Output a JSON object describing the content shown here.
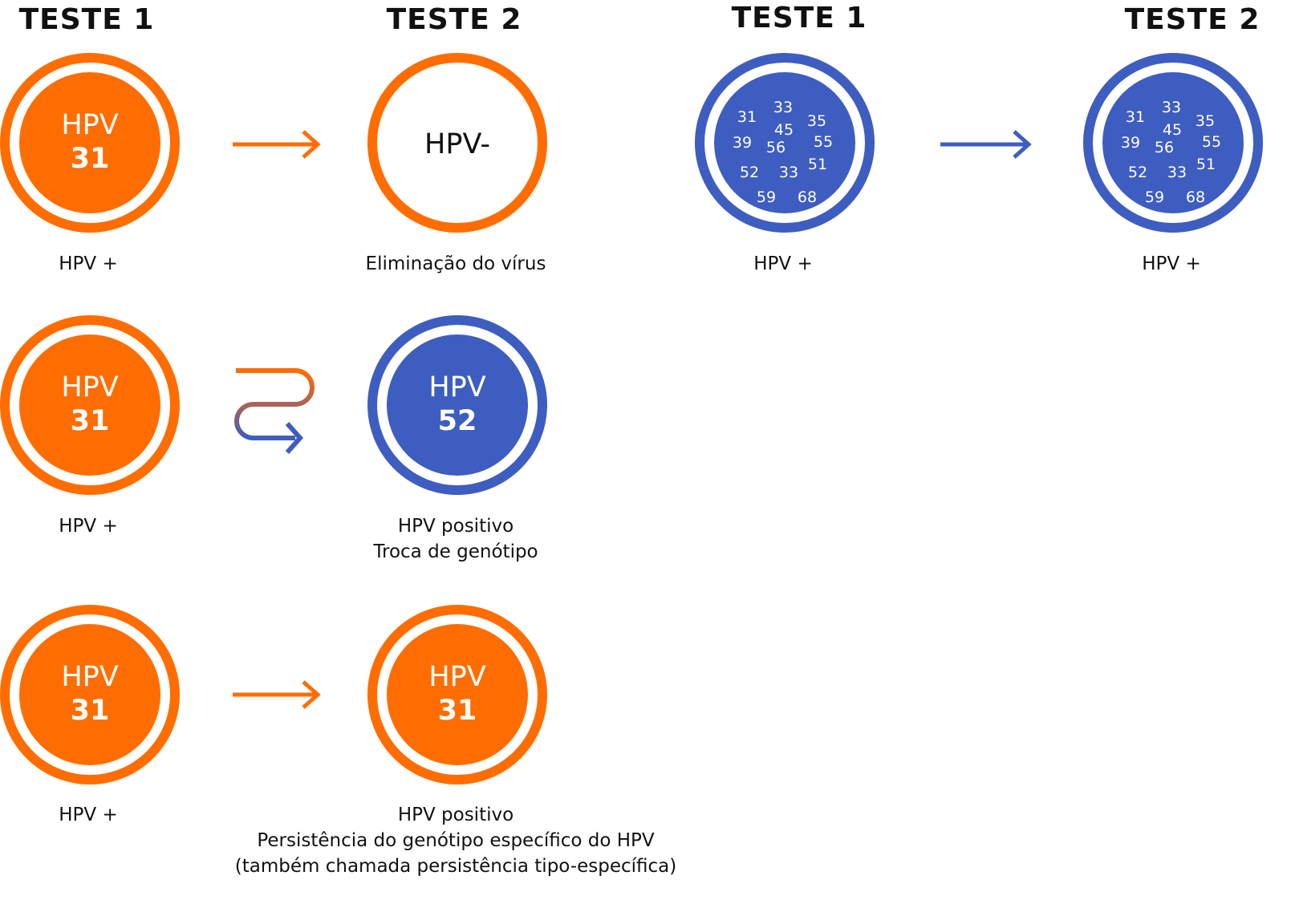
{
  "headers": {
    "left_test1": "TESTE 1",
    "left_test2": "TESTE 2",
    "right_test1": "TESTE 1",
    "right_test2": "TESTE 2"
  },
  "colors": {
    "orange": "#ff6d00",
    "blue": "#3e5dc0"
  },
  "rows": [
    {
      "test1": {
        "label_top": "HPV",
        "label_bottom": "31",
        "caption": "HPV +"
      },
      "arrow": "straight-orange",
      "test2": {
        "label": "HPV-",
        "caption": [
          "Eliminação do vírus"
        ]
      }
    },
    {
      "test1": {
        "label_top": "HPV",
        "label_bottom": "31",
        "caption": "HPV +"
      },
      "arrow": "switch-gradient",
      "test2": {
        "label_top": "HPV",
        "label_bottom": "52",
        "caption": [
          "HPV positivo",
          "Troca de genótipo"
        ]
      }
    },
    {
      "test1": {
        "label_top": "HPV",
        "label_bottom": "31",
        "caption": "HPV +"
      },
      "arrow": "straight-orange",
      "test2": {
        "label_top": "HPV",
        "label_bottom": "31",
        "caption": [
          "HPV positivo",
          "Persistência do genótipo específico do HPV",
          "(também chamada persistência tipo-específica)"
        ]
      }
    }
  ],
  "multi": {
    "genotypes": [
      "31",
      "33",
      "35",
      "39",
      "45",
      "55",
      "56",
      "52",
      "33",
      "51",
      "59",
      "68"
    ],
    "test1_caption": "HPV +",
    "test2_caption": "HPV +",
    "arrow": "straight-blue"
  }
}
